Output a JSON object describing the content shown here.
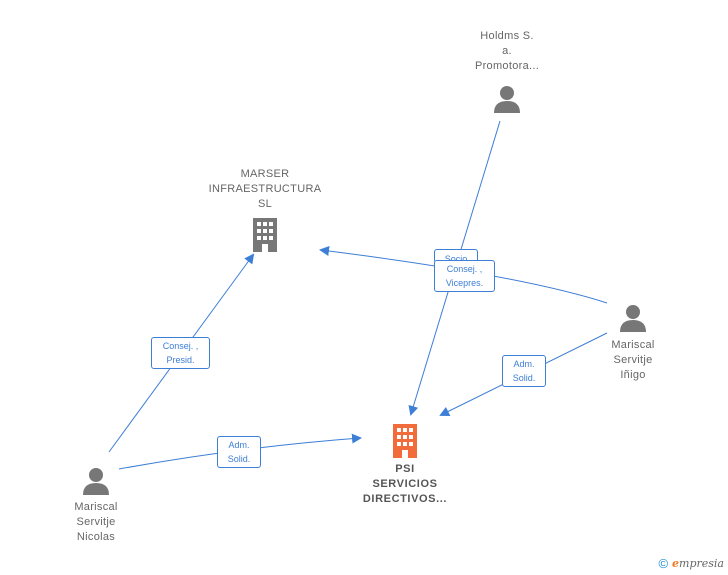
{
  "nodes": {
    "holdms": {
      "lines": [
        "Holdms S.",
        "a.",
        "Promotora..."
      ],
      "type": "person"
    },
    "marser": {
      "lines": [
        "MARSER",
        "INFRAESTRUCTURA",
        "SL"
      ],
      "type": "company"
    },
    "inigo": {
      "lines": [
        "Mariscal",
        "Servitje",
        "Iñigo"
      ],
      "type": "person"
    },
    "psi": {
      "lines": [
        "PSI",
        "SERVICIOS",
        "DIRECTIVOS..."
      ],
      "type": "company-main"
    },
    "nicolas": {
      "lines": [
        "Mariscal",
        "Servitje",
        "Nicolas"
      ],
      "type": "person"
    }
  },
  "edges": {
    "holdms_psi_hidden": {
      "lines": [
        "Socio"
      ]
    },
    "inigo_marser": {
      "lines": [
        "Consej. ,",
        "Vicepres."
      ]
    },
    "inigo_psi": {
      "lines": [
        "Adm.",
        "Solid."
      ]
    },
    "nicolas_marser": {
      "lines": [
        "Consej. ,",
        "Presid."
      ]
    },
    "nicolas_psi": {
      "lines": [
        "Adm.",
        "Solid."
      ]
    }
  },
  "colors": {
    "edge": "#3d7ed6",
    "person_icon": "#777777",
    "company_icon": "#777777",
    "main_company_icon": "#f26b3a"
  },
  "footer": {
    "copyright": "©",
    "brand_initial": "e",
    "brand_rest": "mpresia"
  }
}
